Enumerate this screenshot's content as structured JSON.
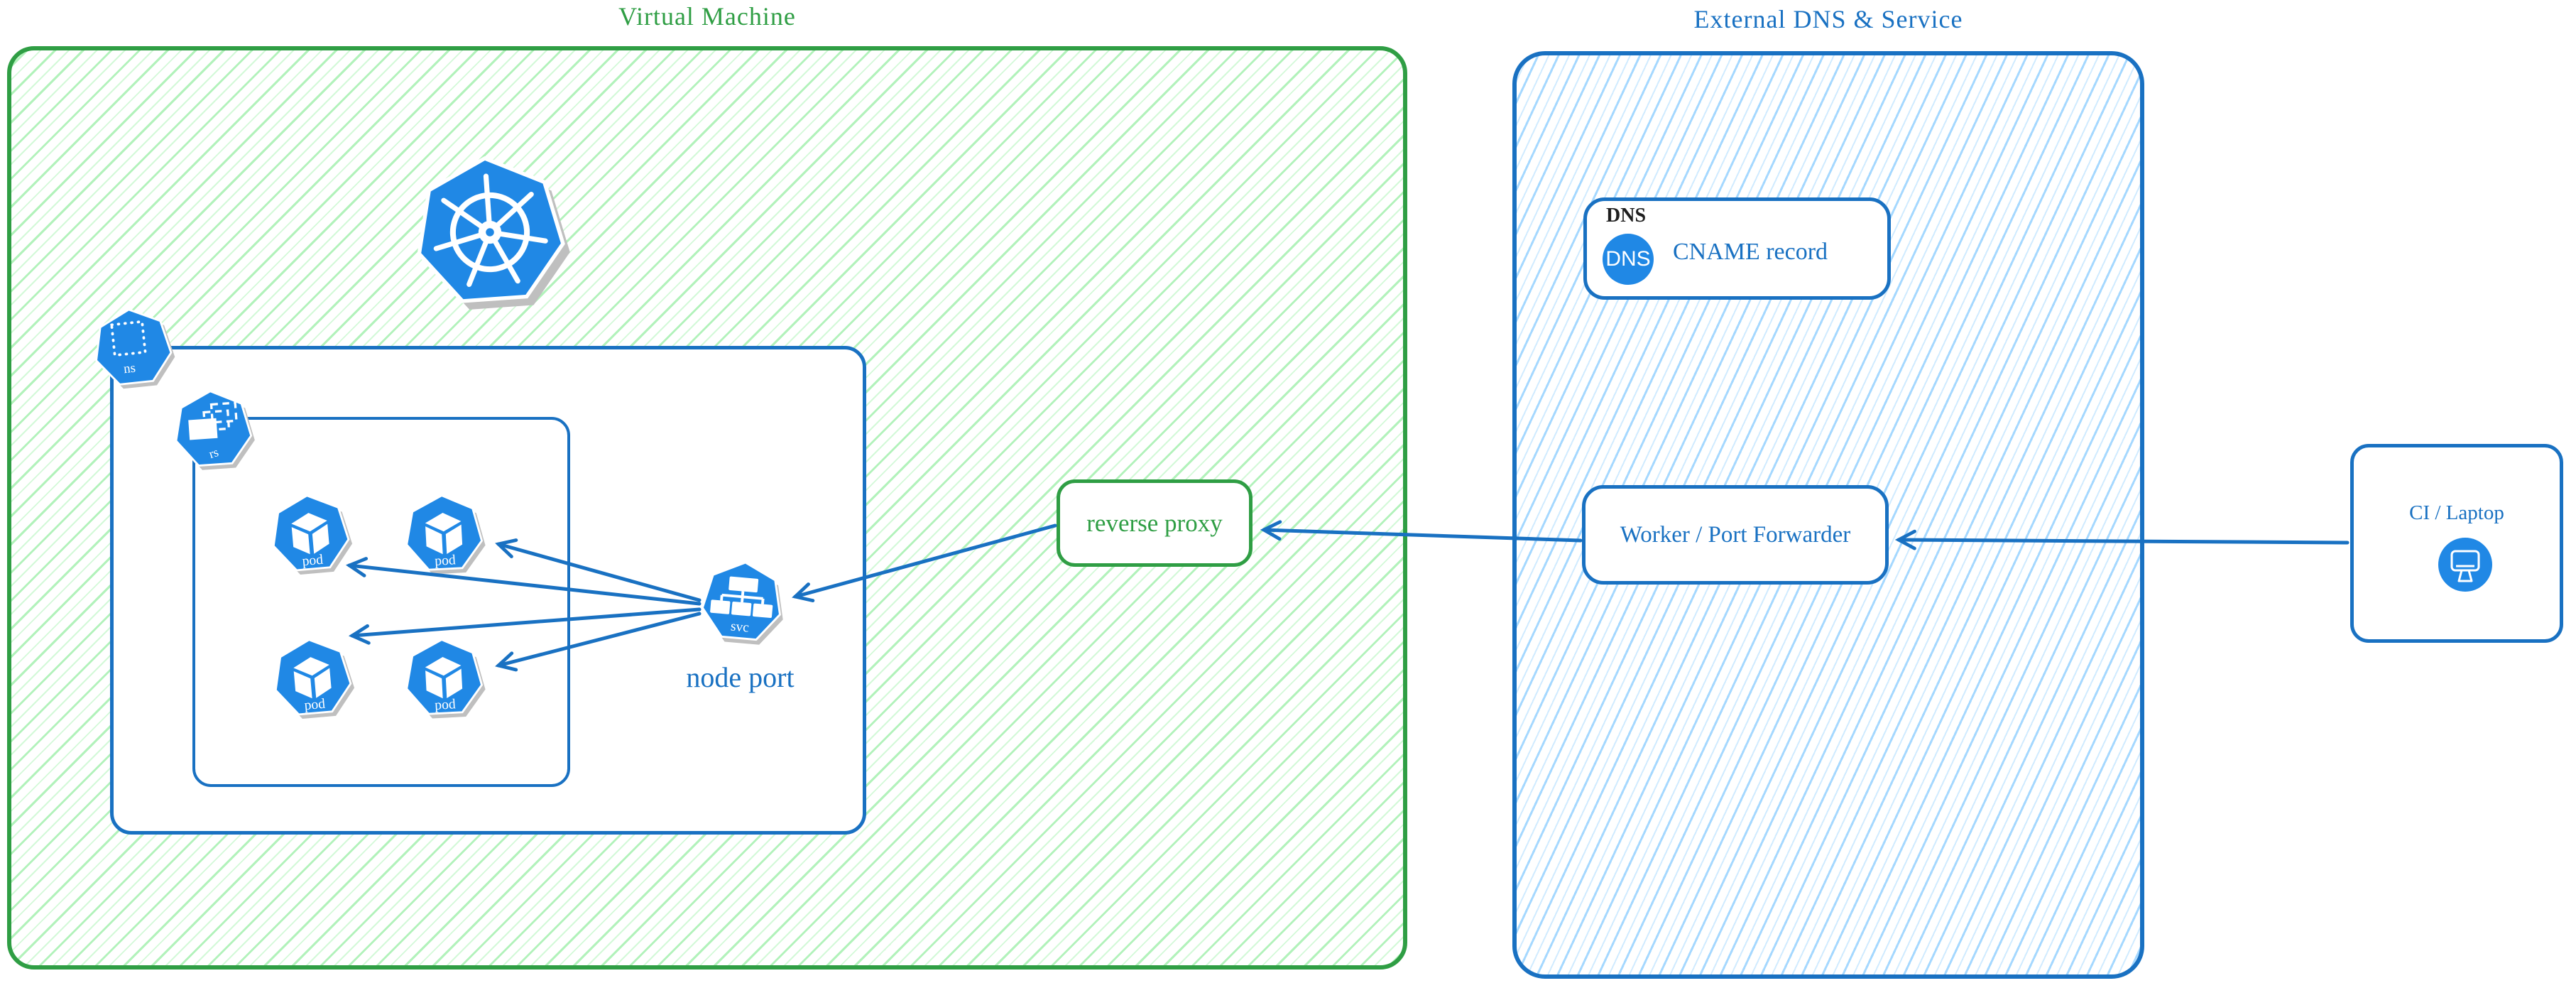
{
  "vm": {
    "title": "Virtual Machine"
  },
  "cluster": {
    "namespace_label": "ns",
    "replicaset_label": "rs",
    "pods": [
      {
        "label": "pod"
      },
      {
        "label": "pod"
      },
      {
        "label": "pod"
      },
      {
        "label": "pod"
      }
    ],
    "service": {
      "label": "svc",
      "caption": "node port"
    }
  },
  "reverse_proxy": {
    "label": "reverse proxy"
  },
  "external": {
    "title": "External DNS & Service",
    "dns_record": {
      "tag": "DNS",
      "icon_text": "DNS",
      "label": "CNAME record"
    },
    "worker": {
      "label": "Worker / Port Forwarder"
    }
  },
  "client": {
    "label": "CI / Laptop"
  },
  "icons": {
    "kubernetes_logo": "heptagon-helm-wheel",
    "namespace": "heptagon-dotted-square",
    "replicaset": "heptagon-stacked-rects",
    "pod": "heptagon-cube",
    "service": "heptagon-tree",
    "dns": "circle-dns",
    "laptop": "circle-monitor",
    "arrow": "open-v-arrowhead"
  },
  "colors": {
    "green_stroke": "#2f9e44",
    "green_hatch": "#b2f2bb",
    "blue_stroke": "#1971c2",
    "blue_hatch": "#a5d8ff",
    "icon_blue": "#2088e5",
    "black_text": "#1e1e1e",
    "background": "#ffffff"
  }
}
